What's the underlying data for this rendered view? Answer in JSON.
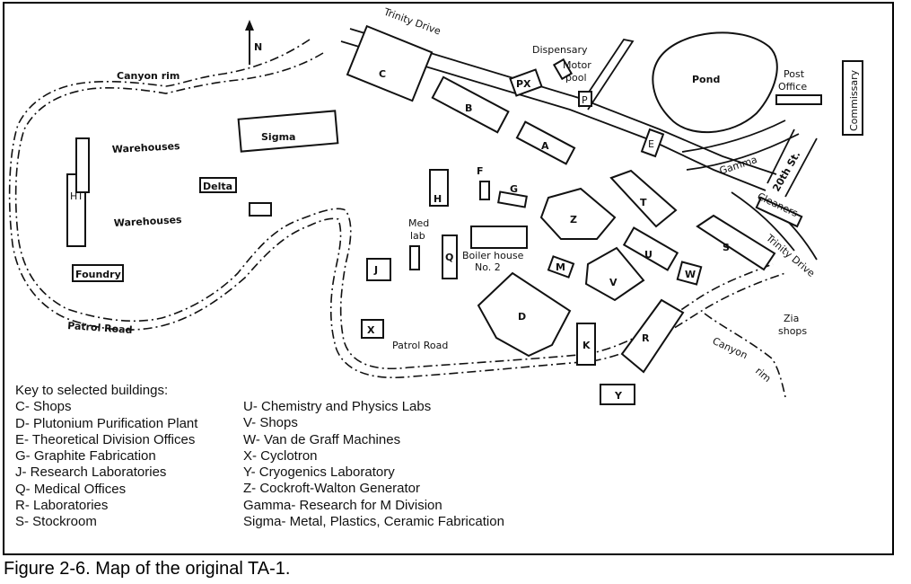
{
  "map": {
    "north": "N",
    "labels": {
      "canyon_rim_left": "Canyon rim",
      "canyon_rim_right": "Canyon",
      "canyon_rim_right2": "rim",
      "trinity_drive_top": "Trinity Drive",
      "trinity_drive_right": "Trinity Drive",
      "twentieth_st": "20th St.",
      "dispensary": "Dispensary",
      "motor": "Motor",
      "pool": "pool",
      "pond": "Pond",
      "post": "Post",
      "office": "Office",
      "commissary": "Commissary",
      "gamma": "Gamma",
      "cleaners": "Cleaners",
      "warehouses_1": "Warehouses",
      "warehouses_2": "Warehouses",
      "ht": "HT",
      "delta": "Delta",
      "foundry": "Foundry",
      "patrol_road_left": "Patrol Road",
      "patrol_road_bottom": "Patrol Road",
      "sigma": "Sigma",
      "med": "Med",
      "lab": "lab",
      "boiler_house": "Boiler house",
      "no2": "No. 2",
      "zia": "Zia",
      "shops": "shops",
      "px": "PX"
    },
    "buildings": {
      "C": "C",
      "B": "B",
      "A": "A",
      "E": "E",
      "F": "F",
      "G": "G",
      "H": "H",
      "J": "J",
      "Q": "Q",
      "Z": "Z",
      "T": "T",
      "U": "U",
      "S": "S",
      "W": "W",
      "M": "M",
      "V": "V",
      "D": "D",
      "K": "K",
      "R": "R",
      "X": "X",
      "Y": "Y",
      "P": "P"
    }
  },
  "key": {
    "title": "Key to selected buildings:",
    "col1": [
      "C- Shops",
      "D- Plutonium Purification Plant",
      "E- Theoretical Division Offices",
      "G- Graphite Fabrication",
      "J- Research Laboratories",
      "Q- Medical Offices",
      "R- Laboratories",
      "S- Stockroom"
    ],
    "col2": [
      "U- Chemistry and Physics Labs",
      "V- Shops",
      "W- Van de Graff Machines",
      "X- Cyclotron",
      "Y- Cryogenics Laboratory",
      "Z- Cockroft-Walton Generator",
      "Gamma- Research for M Division",
      "Sigma- Metal, Plastics, Ceramic Fabrication"
    ]
  },
  "caption": "Figure 2-6.  Map of the original TA-1."
}
